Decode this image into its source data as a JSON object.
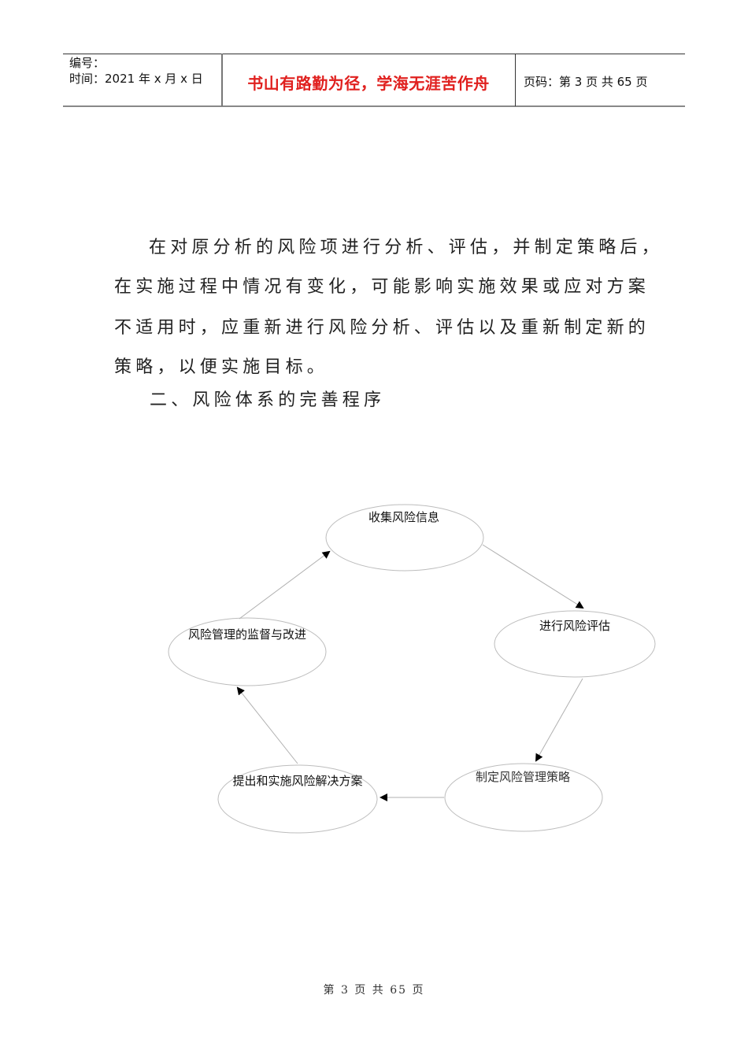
{
  "header": {
    "serial_label": "编号：",
    "date_label": "时间：2021 年 x 月 x 日",
    "motto": "书山有路勤为径，学海无涯苦作舟",
    "page_info": "页码：第 3 页  共 65 页"
  },
  "body": {
    "paragraph_lines": [
      "在对原分析的风险项进行分析、评估，并制定策略后，",
      "在实施过程中情况有变化，可能影响实施效果或应对方案",
      "不适用时，应重新进行风险分析、评估以及重新制定新的",
      "策略，以便实施目标。"
    ],
    "section_heading": "二、风险体系的完善程序"
  },
  "diagram": {
    "type": "cycle-flowchart",
    "nodes": [
      {
        "id": "collect",
        "label": "收集风险信息"
      },
      {
        "id": "assess",
        "label": "进行风险评估"
      },
      {
        "id": "strategy",
        "label": "制定风险管理策略"
      },
      {
        "id": "implement",
        "label": "提出和实施风险解决方案"
      },
      {
        "id": "monitor",
        "label": "风险管理的监督与改进"
      }
    ],
    "edges": [
      {
        "from": "collect",
        "to": "assess"
      },
      {
        "from": "assess",
        "to": "strategy"
      },
      {
        "from": "strategy",
        "to": "implement"
      },
      {
        "from": "implement",
        "to": "monitor"
      },
      {
        "from": "monitor",
        "to": "collect"
      }
    ],
    "colors": {
      "ellipse_stroke": "#bdbdbd",
      "arrow_line": "#b0b0b0",
      "arrow_head": "#000000"
    }
  },
  "footer": {
    "page_text": "第 3 页 共 65 页"
  },
  "colors": {
    "motto": "#e0201e",
    "text": "#222222"
  }
}
